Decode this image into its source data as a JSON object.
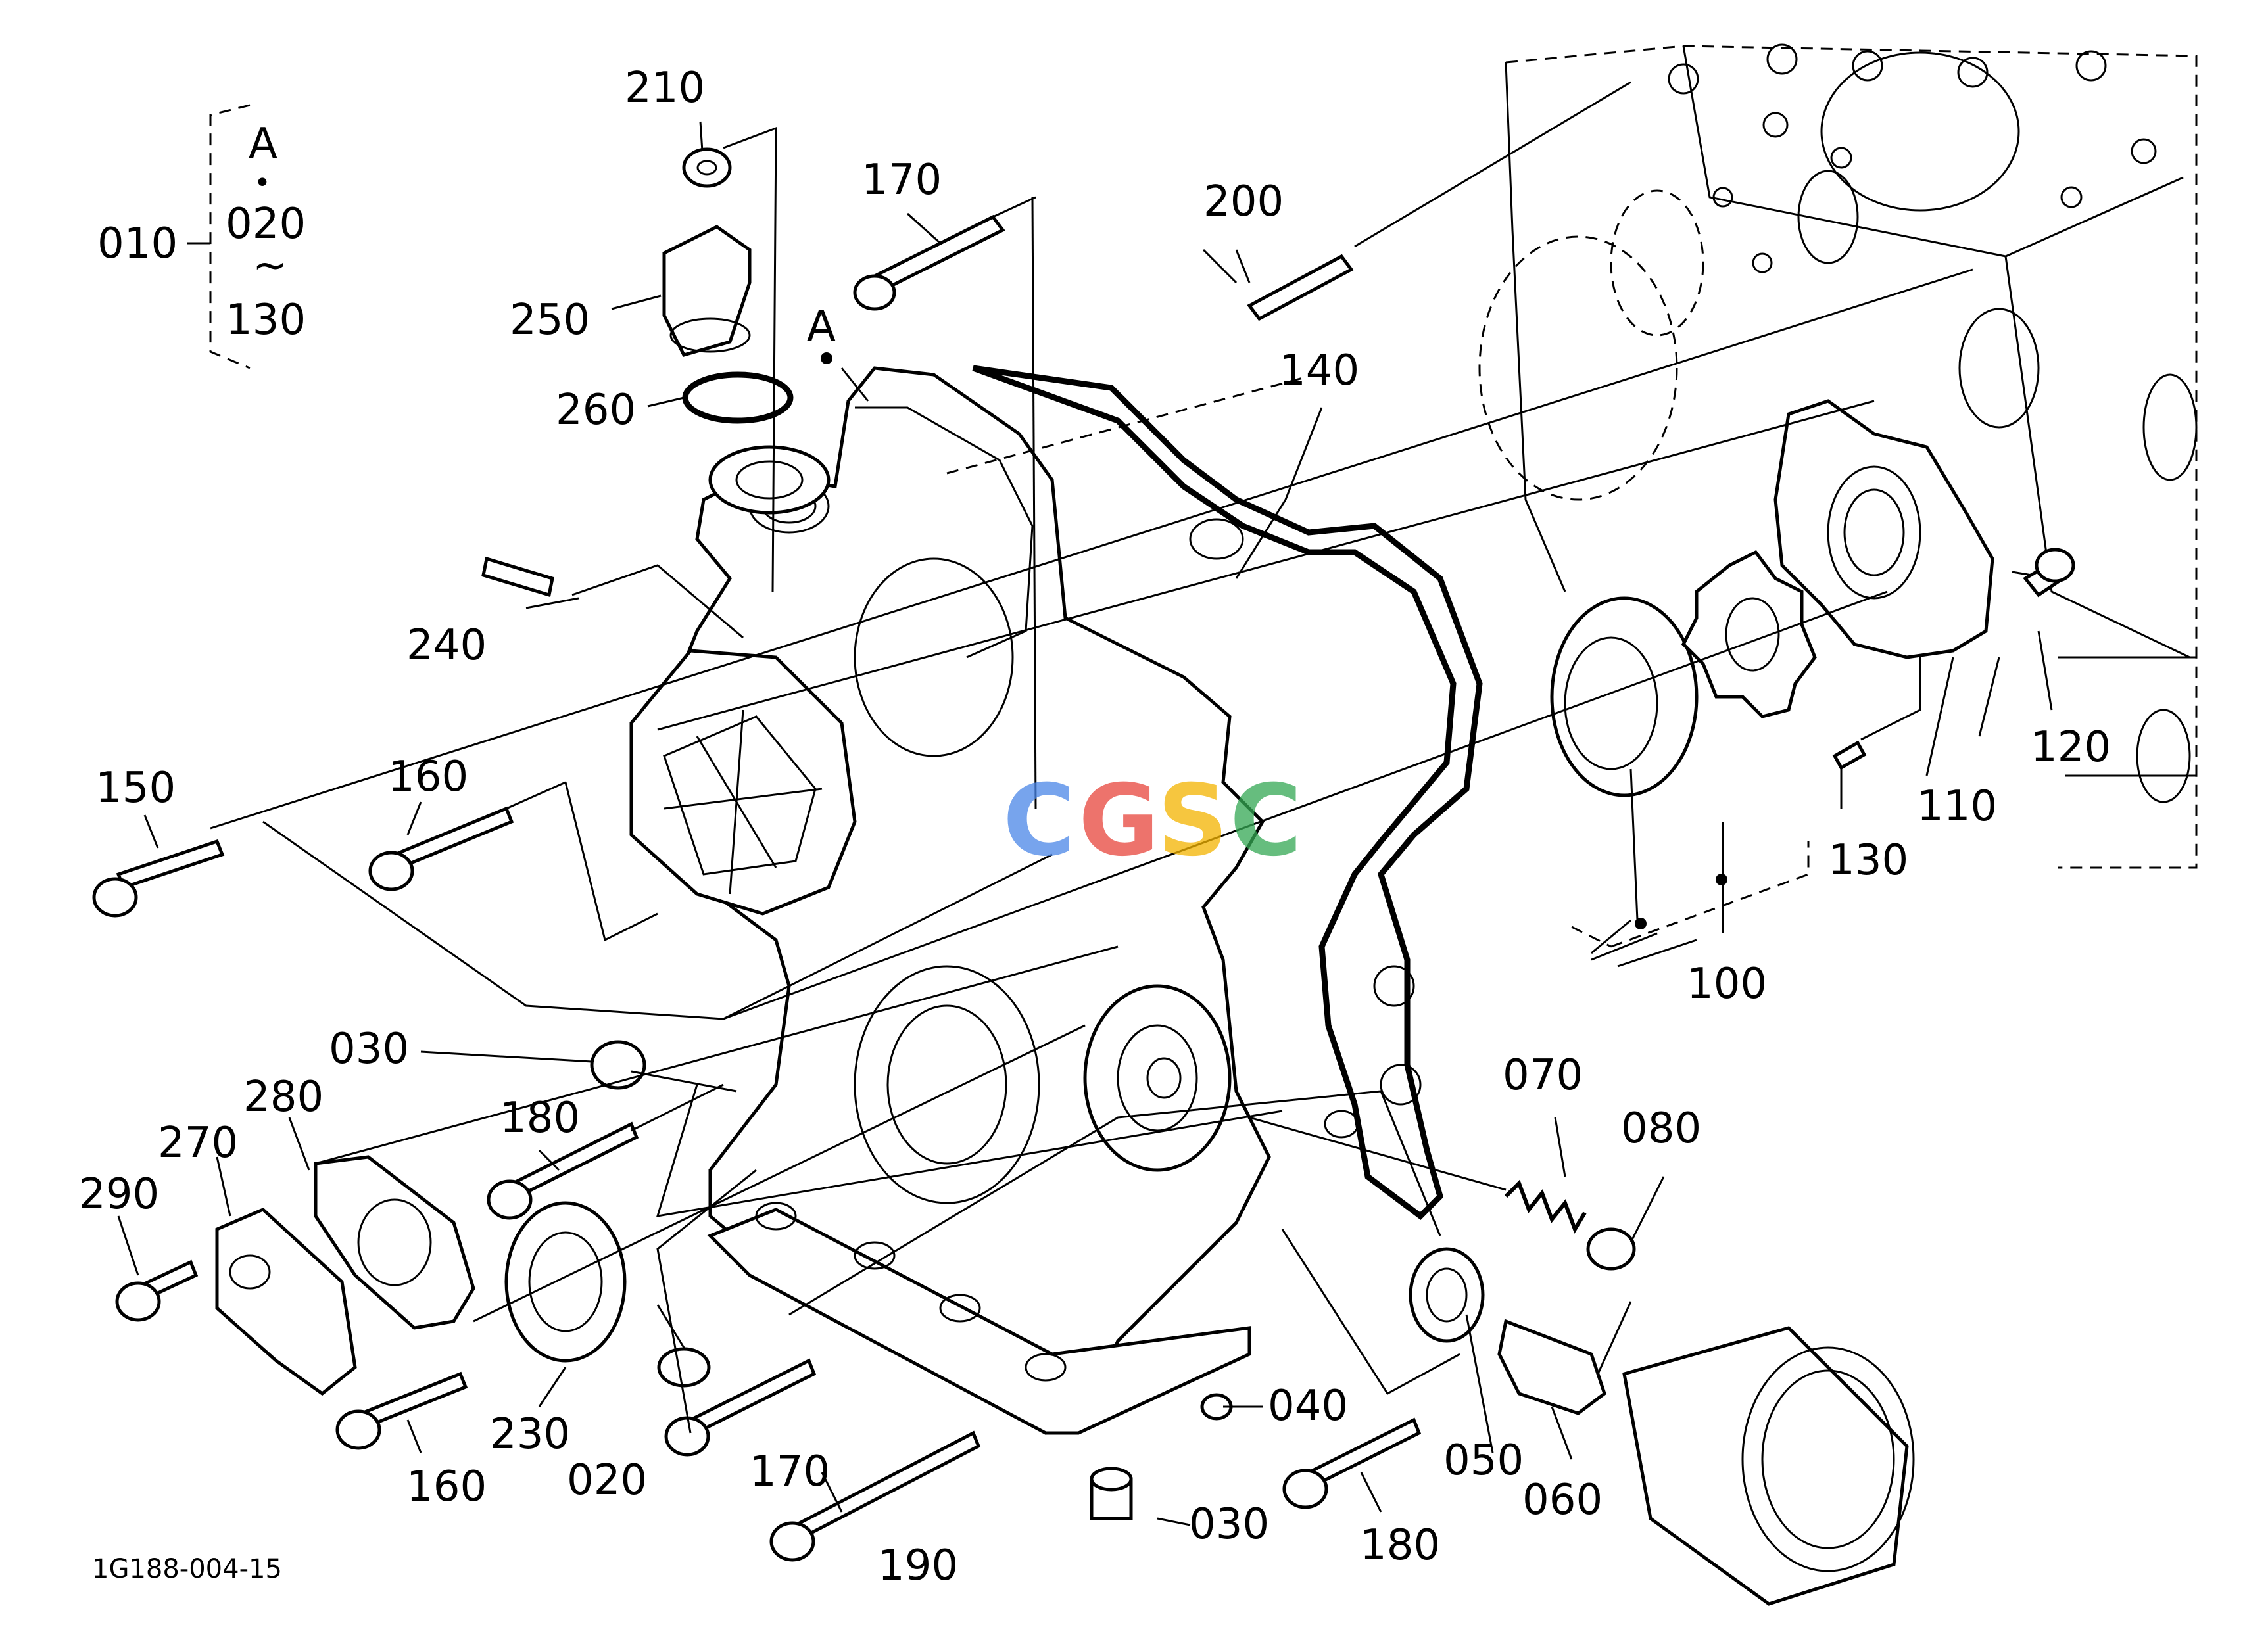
{
  "diagram_id": "1G188-004-15",
  "group": {
    "main": "010",
    "top": "A",
    "from": "020",
    "range_mark": "~",
    "to": "130",
    "dot": "•"
  },
  "callouts": {
    "c010": "010",
    "c020": "020",
    "c030a": "030",
    "c030b": "030",
    "c040": "040",
    "c050": "050",
    "c060": "060",
    "c070": "070",
    "c080": "080",
    "c100": "100",
    "c110": "110",
    "c120": "120",
    "c130": "130",
    "c140": "140",
    "c150": "150",
    "c160a": "160",
    "c160b": "160",
    "c170a": "170",
    "c170b": "170",
    "c180a": "180",
    "c180b": "180",
    "c190": "190",
    "c200": "200",
    "c210": "210",
    "c230": "230",
    "c240": "240",
    "c250": "250",
    "c260": "260",
    "c270": "270",
    "c280": "280",
    "c290": "290",
    "marker_a": "A"
  },
  "watermark": {
    "letters": [
      "C",
      "G",
      "S",
      "C"
    ],
    "colors": [
      "#4a86e8",
      "#e8453c",
      "#f4b400",
      "#34a853"
    ]
  }
}
